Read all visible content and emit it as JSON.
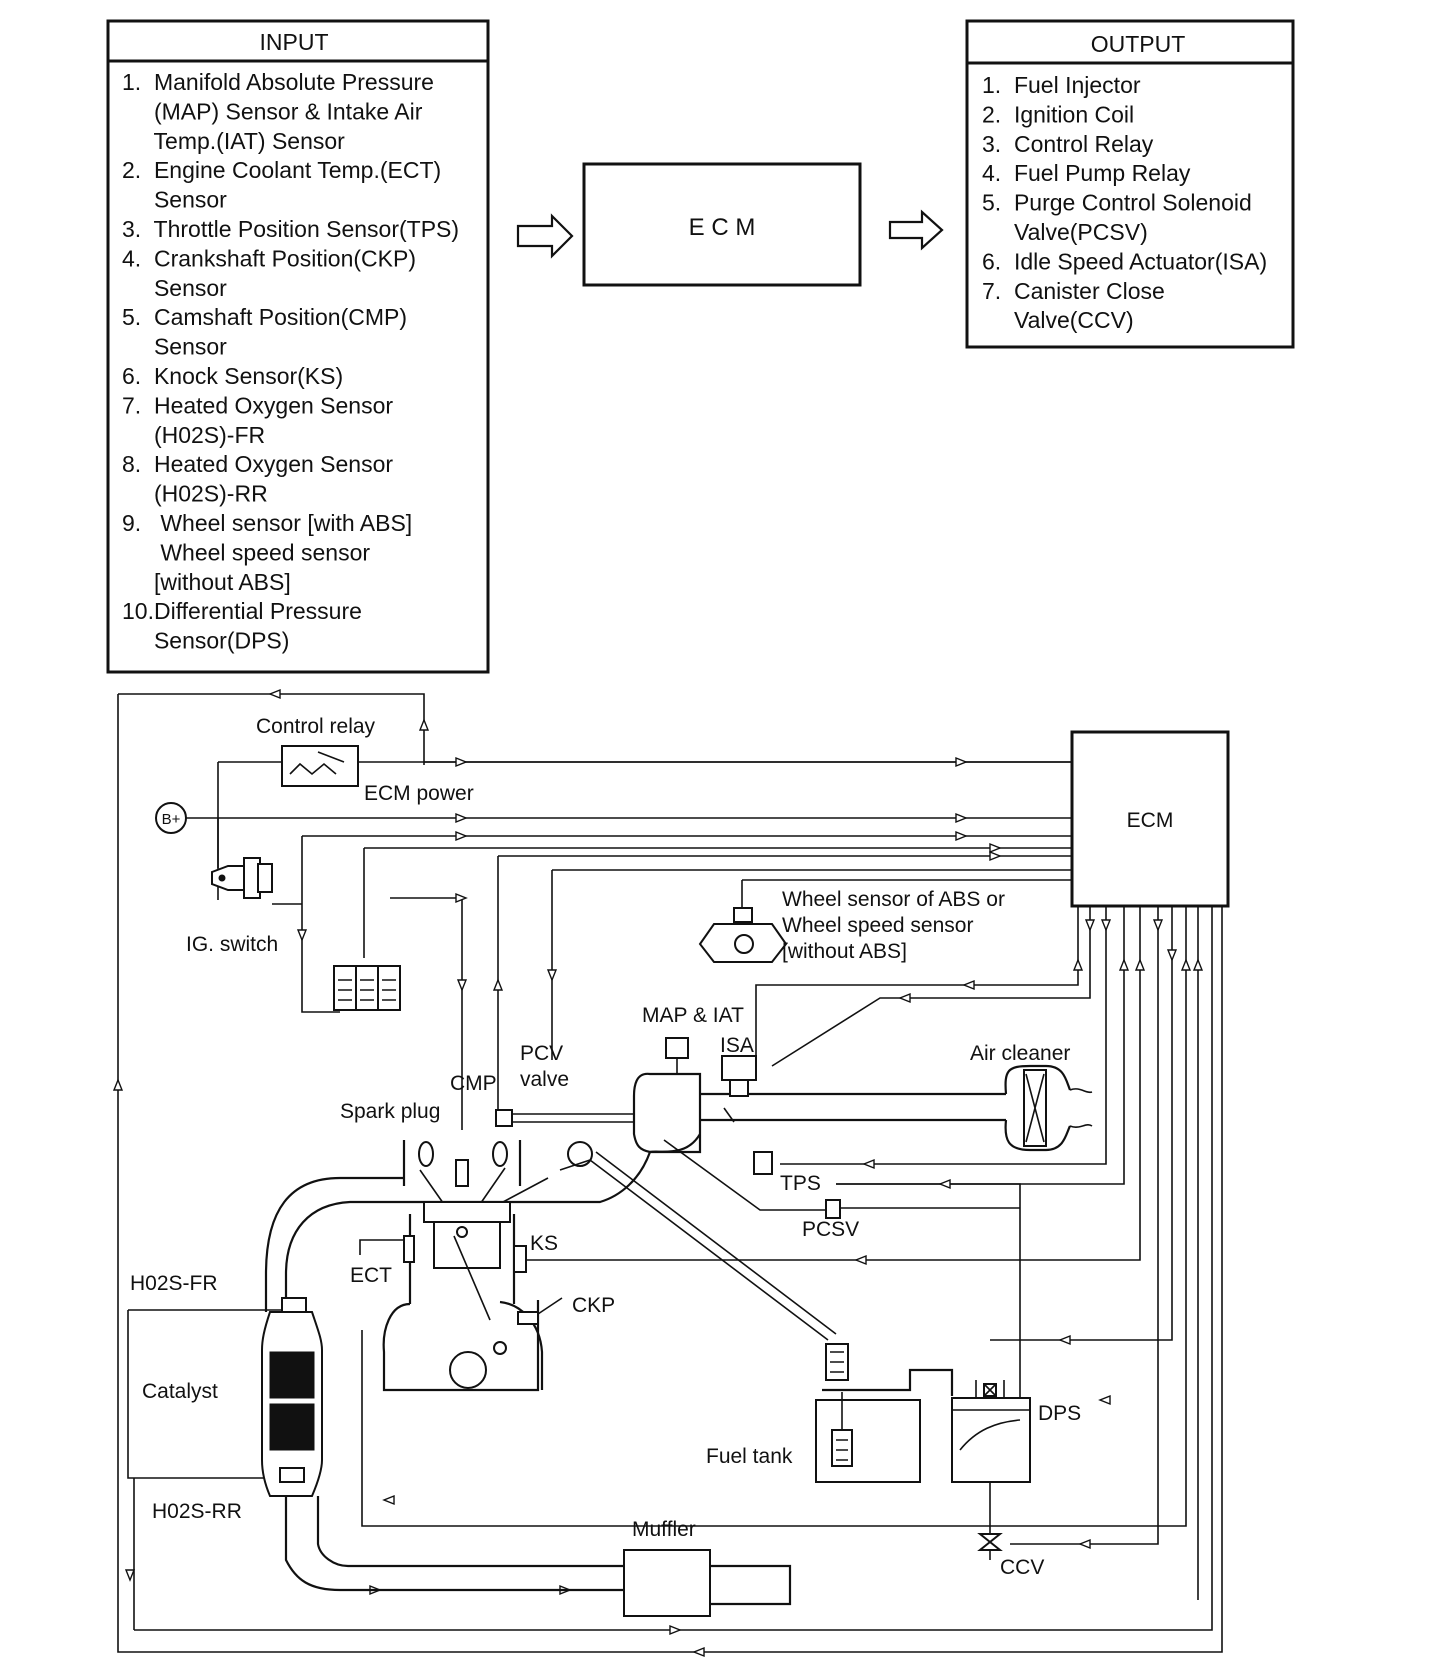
{
  "input_box": {
    "title": "INPUT",
    "lines": [
      "1.  Manifold Absolute Pressure",
      "     (MAP) Sensor & Intake Air",
      "     Temp.(IAT) Sensor",
      "2.  Engine Coolant Temp.(ECT)",
      "     Sensor",
      "3.  Throttle Position Sensor(TPS)",
      "4.  Crankshaft Position(CKP)",
      "     Sensor",
      "5.  Camshaft Position(CMP)",
      "     Sensor",
      "6.  Knock Sensor(KS)",
      "7.  Heated Oxygen Sensor",
      "     (H02S)-FR",
      "8.  Heated Oxygen Sensor",
      "     (H02S)-RR",
      "9.   Wheel sensor [with ABS]",
      "      Wheel speed sensor",
      "     [without ABS]",
      "10.Differential Pressure",
      "     Sensor(DPS)"
    ]
  },
  "ecm_top": {
    "label": "E C M"
  },
  "output_box": {
    "title": "OUTPUT",
    "lines": [
      "1.  Fuel Injector",
      "2.  Ignition Coil",
      "3.  Control Relay",
      "4.  Fuel Pump Relay",
      "5.  Purge Control Solenoid",
      "     Valve(PCSV)",
      "6.  Idle Speed Actuator(ISA)",
      "7.  Canister Close",
      "     Valve(CCV)"
    ]
  },
  "diagram": {
    "ecm": "ECM",
    "control_relay": "Control relay",
    "ecm_power": "ECM power",
    "battery": "B+",
    "ig_switch": "IG. switch",
    "wheel_sensor": [
      "Wheel sensor of ABS or",
      "Wheel speed sensor",
      "[without ABS]"
    ],
    "map_iat": "MAP & IAT",
    "isa": "ISA",
    "air_cleaner": "Air cleaner",
    "pcv": [
      "PCV",
      "valve"
    ],
    "cmp": "CMP",
    "spark_plug": "Spark plug",
    "tps": "TPS",
    "pcsv": "PCSV",
    "ks": "KS",
    "ect": "ECT",
    "ckp": "CKP",
    "ho2s_fr": "H02S-FR",
    "catalyst": "Catalyst",
    "ho2s_rr": "H02S-RR",
    "fuel_tank": "Fuel tank",
    "dps": "DPS",
    "ccv": "CCV",
    "muffler": "Muffler"
  }
}
